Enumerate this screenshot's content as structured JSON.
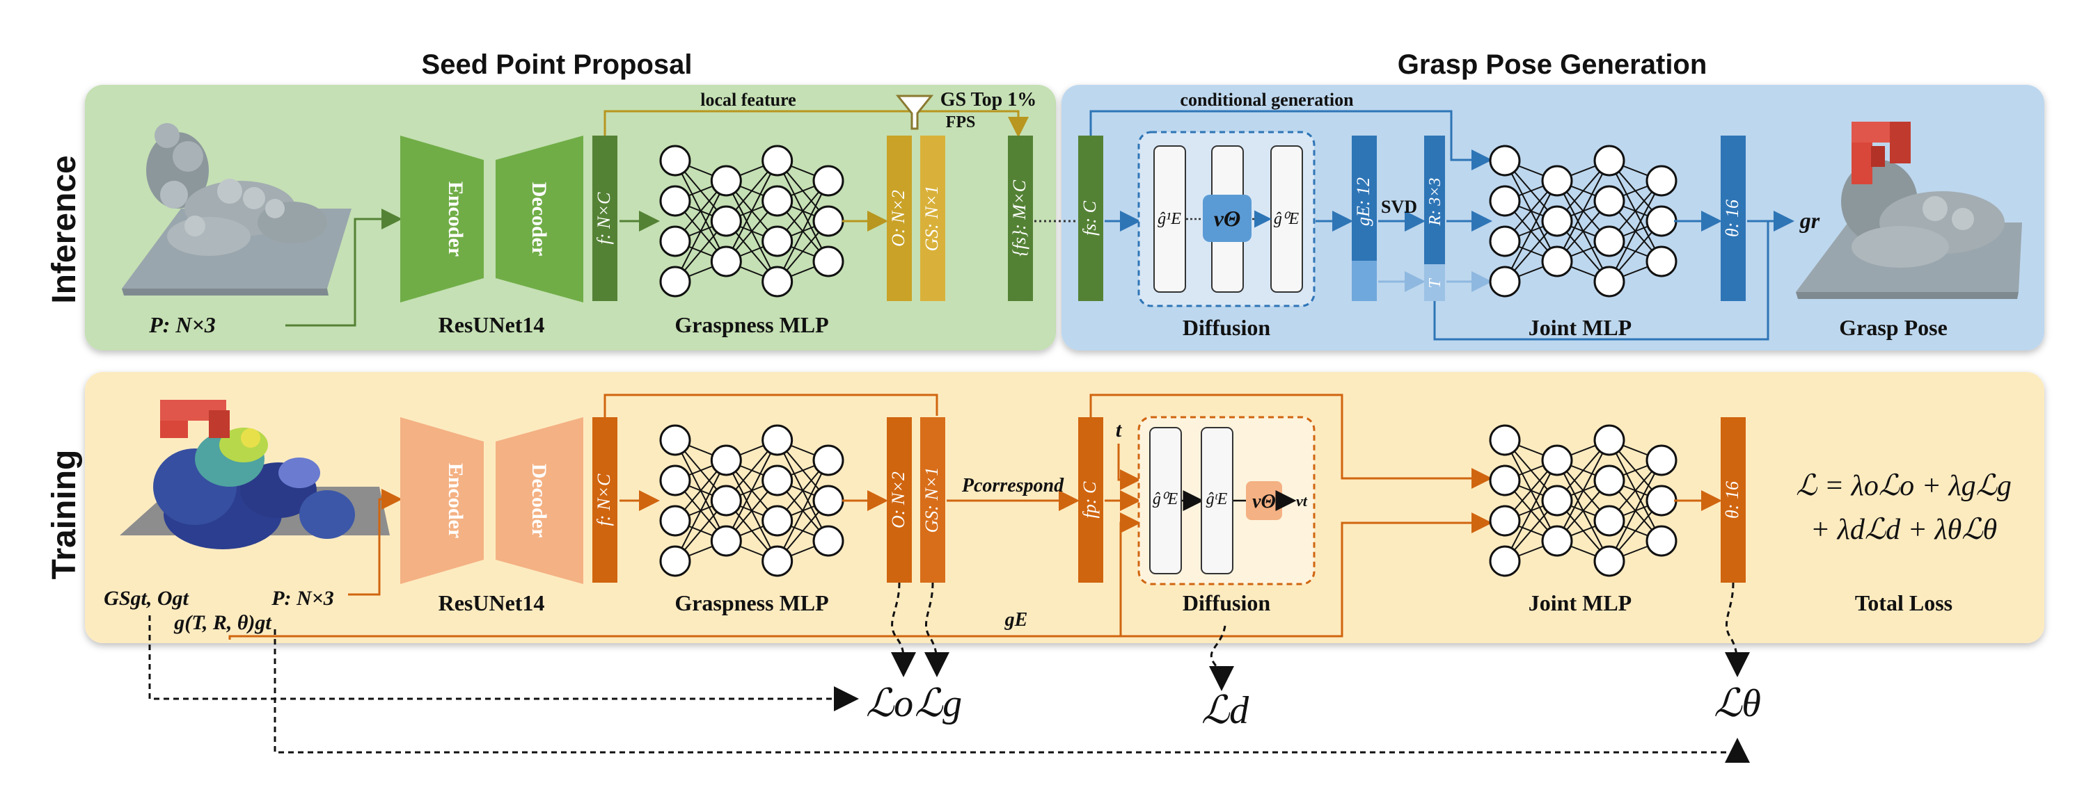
{
  "headers": {
    "seed": "Seed Point Proposal",
    "grasp": "Grasp Pose Generation"
  },
  "rows": {
    "inference": "Inference",
    "training": "Training"
  },
  "inference": {
    "input_label": "P: N×3",
    "encoder": "Encoder",
    "decoder": "Decoder",
    "resunet": "ResUNet14",
    "feat_bar": "f: N×C",
    "graspness_mlp": "Graspness MLP",
    "o_bar": "O: N×2",
    "gs_bar": "GS: N×1",
    "local_feature": "local feature",
    "gs_top": "GS Top 1%",
    "fps": "FPS",
    "fs_bar": "{fs}: M×C",
    "fs_c_bar": "fs: C",
    "conditional_generation": "conditional generation",
    "diffusion": "Diffusion",
    "g_hat_1": "ĝ¹E",
    "v_theta": "vΘ",
    "g_hat_0": "ĝ⁰E",
    "ge_bar": "gE: 12",
    "svd": "SVD",
    "r_bar": "R: 3×3",
    "t_bar": "T",
    "joint_mlp": "Joint MLP",
    "theta_bar": "θ: 16",
    "gr": "gr",
    "grasp_pose": "Grasp Pose"
  },
  "training": {
    "gs_gt": "GSgt, Ogt",
    "p_label": "P: N×3",
    "g_gt": "g(T, R, θ)gt",
    "encoder": "Encoder",
    "decoder": "Decoder",
    "resunet": "ResUNet14",
    "feat_bar": "f: N×C",
    "graspness_mlp": "Graspness MLP",
    "o_bar": "O: N×2",
    "gs_bar": "GS: N×1",
    "p_correspond": "Pcorrespond",
    "fp_bar": "fp: C",
    "t_label": "t",
    "g_hat_0": "ĝ⁰E",
    "g_hat_t": "ĝᵗE",
    "v_theta": "vΘ",
    "v_t": "vt",
    "diffusion": "Diffusion",
    "g_e": "gE",
    "joint_mlp": "Joint MLP",
    "theta_bar": "θ: 16",
    "loss_line1": "ℒ = λoℒo + λgℒg",
    "loss_line2": "+ λdℒd + λθℒθ",
    "total_loss": "Total Loss"
  },
  "losses": {
    "lo": "ℒo",
    "lg": "ℒg",
    "ld": "ℒd",
    "ltheta": "ℒθ"
  },
  "colors": {
    "inference_panel": "#c5e0b4",
    "grasp_panel": "#bdd7ee",
    "training_panel": "#fdebc0",
    "green_dark": "#548235",
    "green_mid": "#70ad47",
    "gold": "#c9a227",
    "blue_dark": "#2e75b6",
    "blue_mid": "#5b9bd5",
    "orange_dark": "#c55a11",
    "orange_mid": "#f4b183",
    "orange_light": "#ed7d31"
  }
}
